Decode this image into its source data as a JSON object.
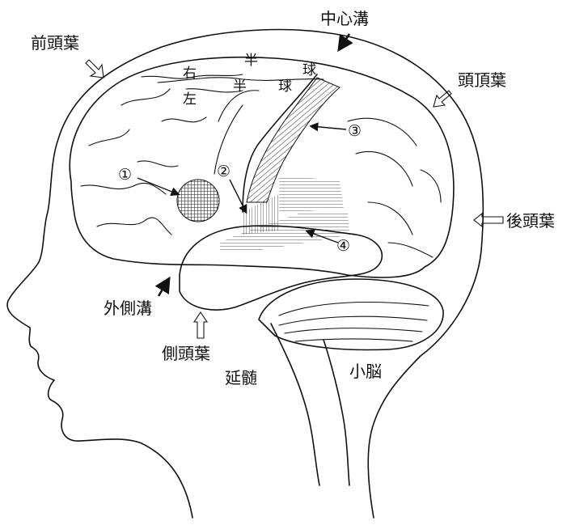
{
  "labels": {
    "frontal_lobe": "前頭葉",
    "central_sulcus": "中心溝",
    "parietal_lobe": "頭頂葉",
    "occipital_lobe": "後頭葉",
    "lateral_sulcus": "外側溝",
    "temporal_lobe": "側頭葉",
    "medulla": "延髄",
    "cerebellum": "小脳"
  },
  "hemispheres": {
    "right": [
      "右",
      "半",
      "球"
    ],
    "left": [
      "左",
      "半",
      "球"
    ]
  },
  "areas": [
    {
      "id": "area-1",
      "number": "①",
      "pattern": "crosshatch"
    },
    {
      "id": "area-2",
      "number": "②",
      "pattern": "vertical-lines"
    },
    {
      "id": "area-3",
      "number": "③",
      "pattern": "diagonal-lines"
    },
    {
      "id": "area-4",
      "number": "④",
      "pattern": "horizontal-lines"
    }
  ]
}
